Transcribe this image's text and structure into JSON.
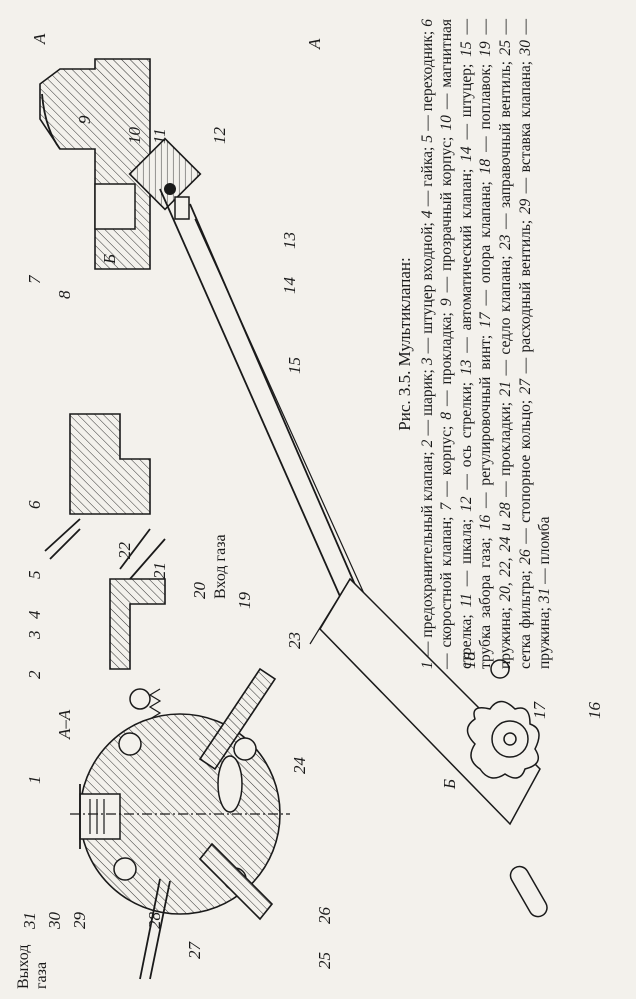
{
  "figure": {
    "section_label": "А–А",
    "view_label": "Б",
    "cut_marker": "А",
    "gas_in": "Вход газа",
    "gas_out_line1": "Выход",
    "gas_out_line2": "газа",
    "callouts": [
      "1",
      "2",
      "3",
      "4",
      "5",
      "6",
      "7",
      "8",
      "9",
      "10",
      "11",
      "12",
      "13",
      "14",
      "15",
      "16",
      "17",
      "18",
      "19",
      "20",
      "21",
      "22",
      "23",
      "24",
      "25",
      "26",
      "27",
      "28",
      "29",
      "30",
      "31"
    ]
  },
  "caption": {
    "title": "Рис. 3.5. Мультиклапан:",
    "items": [
      {
        "n": "1",
        "t": "предохранительный клапан"
      },
      {
        "n": "2",
        "t": "шарик"
      },
      {
        "n": "3",
        "t": "штуцер входной"
      },
      {
        "n": "4",
        "t": "гайка"
      },
      {
        "n": "5",
        "t": "переходник"
      },
      {
        "n": "6",
        "t": "скоростной клапан"
      },
      {
        "n": "7",
        "t": "корпус"
      },
      {
        "n": "8",
        "t": "прокладка"
      },
      {
        "n": "9",
        "t": "прозрачный корпус"
      },
      {
        "n": "10",
        "t": "магнитная стрелка"
      },
      {
        "n": "11",
        "t": "шкала"
      },
      {
        "n": "12",
        "t": "ось стрелки"
      },
      {
        "n": "13",
        "t": "автоматический клапан"
      },
      {
        "n": "14",
        "t": "штуцер"
      },
      {
        "n": "15",
        "t": "трубка забора газа"
      },
      {
        "n": "16",
        "t": "регулировочный винт"
      },
      {
        "n": "17",
        "t": "опора клапана"
      },
      {
        "n": "18",
        "t": "поплавок"
      },
      {
        "n": "19",
        "t": "пружина"
      },
      {
        "n": "20, 22, 24 и 28",
        "t": "прокладки"
      },
      {
        "n": "21",
        "t": "седло клапана"
      },
      {
        "n": "23",
        "t": "заправочный вентиль"
      },
      {
        "n": "25",
        "t": "сетка фильтра"
      },
      {
        "n": "26",
        "t": "стопорное кольцо"
      },
      {
        "n": "27",
        "t": "расходный вентиль"
      },
      {
        "n": "29",
        "t": "вставка клапана"
      },
      {
        "n": "30",
        "t": "пружина"
      },
      {
        "n": "31",
        "t": "пломба"
      }
    ]
  }
}
